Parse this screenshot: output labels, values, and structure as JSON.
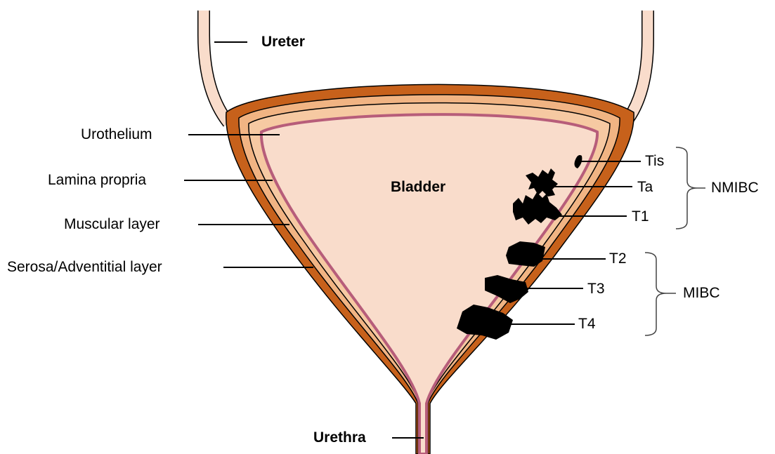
{
  "labels": {
    "ureter": "Ureter",
    "urothelium": "Urothelium",
    "lamina_propria": "Lamina propria",
    "muscular_layer": "Muscular layer",
    "serosa": "Serosa/Adventitial layer",
    "bladder": "Bladder",
    "urethra": "Urethra"
  },
  "stages": {
    "tis": "Tis",
    "ta": "Ta",
    "t1": "T1",
    "t2": "T2",
    "t3": "T3",
    "t4": "T4"
  },
  "groups": {
    "nmibc": "NMIBC",
    "mibc": "MIBC"
  },
  "colors": {
    "serosa": "#c7611b",
    "muscular": "#f1b483",
    "lamina": "#f6c9a2",
    "lumen": "#f9dccb",
    "urothelium": "#b75d7a",
    "ureter": "#f9dccb",
    "tumor": "#000000"
  }
}
